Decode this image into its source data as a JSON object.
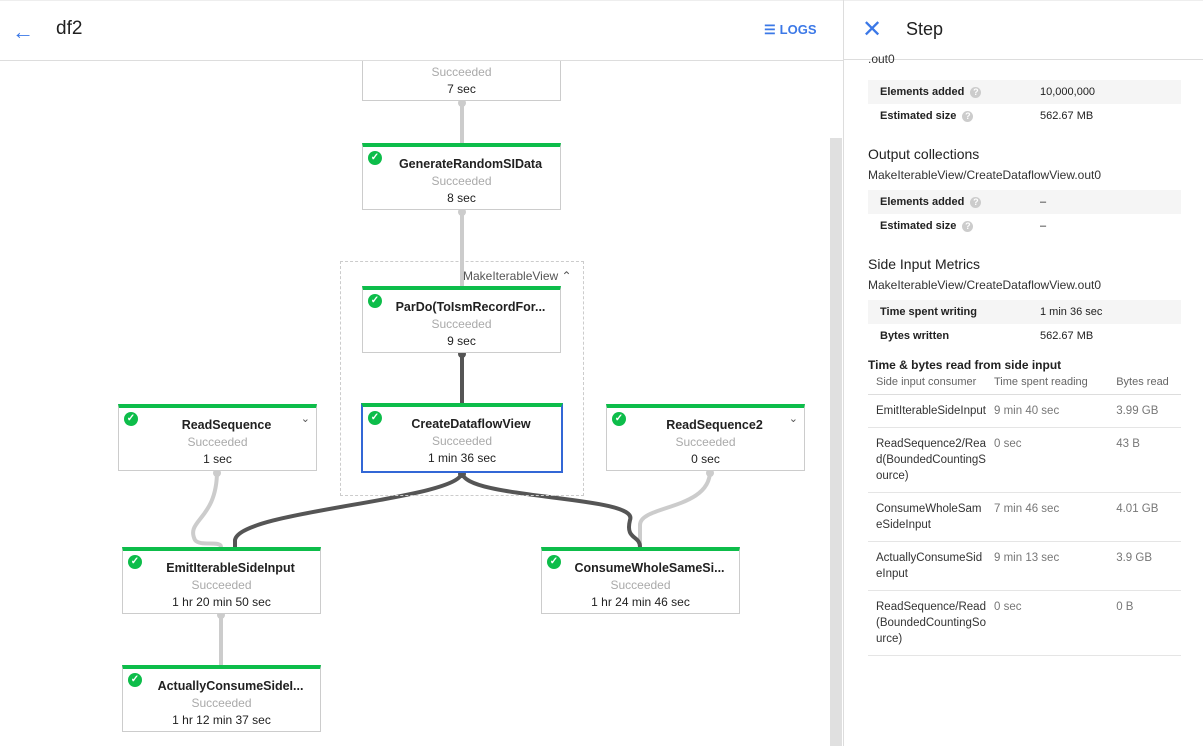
{
  "header": {
    "title": "df2",
    "back_icon": "arrow-left-icon",
    "logs_label": "LOGS",
    "logs_icon": "list-icon"
  },
  "graph": {
    "group_label": "MakeIterableView",
    "nodes": [
      {
        "name": "",
        "status": "Succeeded",
        "duration": "7 sec"
      },
      {
        "name": "GenerateRandomSIData",
        "status": "Succeeded",
        "duration": "8 sec"
      },
      {
        "name": "ParDo(ToIsmRecordFor...",
        "status": "Succeeded",
        "duration": "9 sec"
      },
      {
        "name": "CreateDataflowView",
        "status": "Succeeded",
        "duration": "1 min 36 sec"
      },
      {
        "name": "ReadSequence",
        "status": "Succeeded",
        "duration": "1 sec"
      },
      {
        "name": "ReadSequence2",
        "status": "Succeeded",
        "duration": "0 sec"
      },
      {
        "name": "EmitIterableSideInput",
        "status": "Succeeded",
        "duration": "1 hr 20 min 50 sec"
      },
      {
        "name": "ConsumeWholeSameSi...",
        "status": "Succeeded",
        "duration": "1 hr 24 min 46 sec"
      },
      {
        "name": "ActuallyConsumeSideI...",
        "status": "Succeeded",
        "duration": "1 hr 12 min 37 sec"
      }
    ],
    "colors": {
      "success": "#0dbd4a",
      "selected": "#3367d6",
      "accent": "#3b78e7"
    }
  },
  "panel": {
    "title": "Step",
    "input_suffix": ".out0",
    "input_metrics": [
      {
        "k": "Elements added",
        "v": "10,000,000"
      },
      {
        "k": "Estimated size",
        "v": "562.67 MB"
      }
    ],
    "output_title": "Output collections",
    "output_name": "MakeIterableView/CreateDataflowView.out0",
    "output_metrics": [
      {
        "k": "Elements added",
        "v": "–"
      },
      {
        "k": "Estimated size",
        "v": "–"
      }
    ],
    "side_title": "Side Input Metrics",
    "side_name": "MakeIterableView/CreateDataflowView.out0",
    "side_metrics": [
      {
        "k": "Time spent writing",
        "v": "1 min 36 sec"
      },
      {
        "k": "Bytes written",
        "v": "562.67 MB"
      }
    ],
    "read_title": "Time & bytes read from side input",
    "read_headers": [
      "Side input consumer",
      "Time spent reading",
      "Bytes read"
    ],
    "read_rows": [
      [
        "EmitIterableSideInput",
        "9 min 40 sec",
        "3.99 GB"
      ],
      [
        "ReadSequence2/Read(BoundedCountingSource)",
        "0 sec",
        "43 B"
      ],
      [
        "ConsumeWholeSameSideInput",
        "7 min 46 sec",
        "4.01 GB"
      ],
      [
        "ActuallyConsumeSideInput",
        "9 min 13 sec",
        "3.9 GB"
      ],
      [
        "ReadSequence/Read(BoundedCountingSource)",
        "0 sec",
        "0 B"
      ]
    ]
  }
}
